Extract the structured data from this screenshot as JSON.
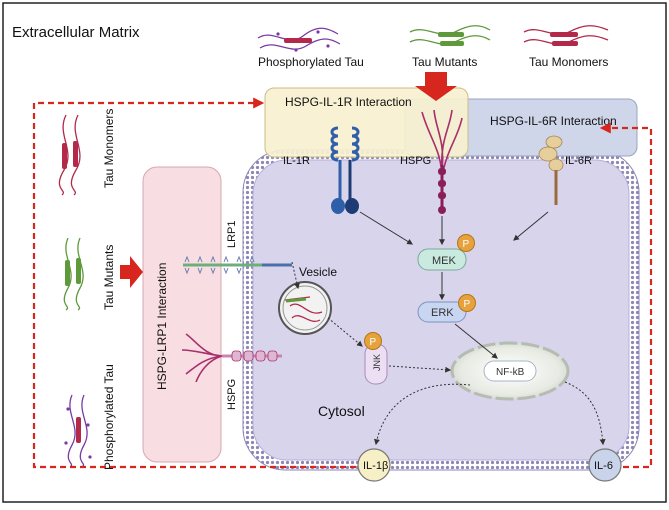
{
  "title": "Extracellular Matrix",
  "top_labels": {
    "phosphorylated_tau": "Phosphorylated Tau",
    "tau_mutants": "Tau Mutants",
    "tau_monomers": "Tau Monomers"
  },
  "left_labels": {
    "tau_monomers": "Tau Monomers",
    "tau_mutants": "Tau Mutants",
    "phosphorylated_tau": "Phosphorylated Tau"
  },
  "boxes": {
    "il1r_interaction": "HSPG-IL-1R Interaction",
    "il6r_interaction": "HSPG-IL-6R Interaction",
    "lrp1_interaction": "HSPG-LRP1 Interaction"
  },
  "receptors": {
    "il1r": "IL-1R",
    "hspg_top": "HSPG",
    "il6r": "IL-6R",
    "lrp1": "LRP1",
    "hspg_left": "HSPG"
  },
  "intracellular": {
    "vesicle": "Vesicle",
    "cytosol": "Cytosol",
    "mek": "MEK",
    "erk": "ERK",
    "jnk": "JNK",
    "nfkb": "NF-kB",
    "phospho": "P"
  },
  "outputs": {
    "il1b": "IL-1β",
    "il6": "IL-6"
  },
  "colors": {
    "arrow_red": "#d7261e",
    "cell_fill": "#d8d4ec",
    "membrane": "#9a93c2",
    "il1r_box": "#f7f0cf",
    "il6r_box": "#cfd6ea",
    "lrp1_box": "#f8dde2",
    "tau_mutant": "#5e9a3b",
    "tau_monomer": "#b3294a",
    "phospho_tau": "#7b3aa3"
  }
}
